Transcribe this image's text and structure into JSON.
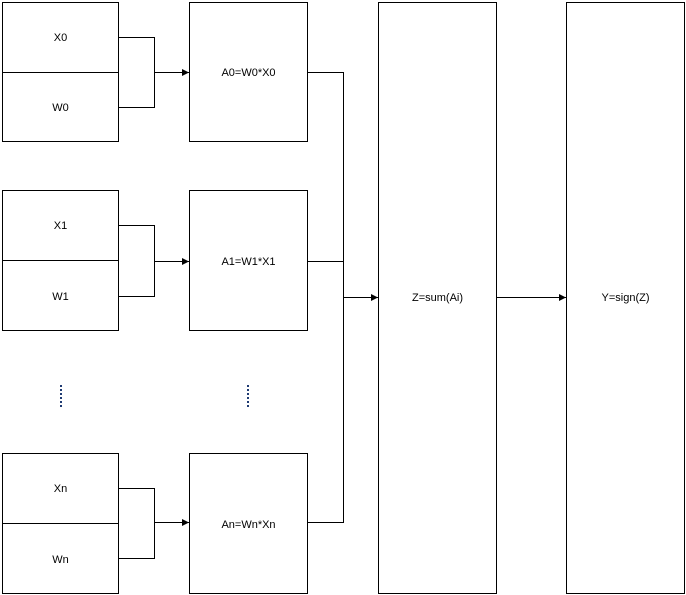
{
  "inputs": [
    {
      "x": "X0",
      "w": "W0"
    },
    {
      "x": "X1",
      "w": "W1"
    },
    {
      "x": "Xn",
      "w": "Wn"
    }
  ],
  "products": [
    "A0=W0*X0",
    "A1=W1*X1",
    "An=Wn*Xn"
  ],
  "sum_label": "Z=sum(Ai)",
  "output_label": "Y=sign(Z)",
  "colors": {
    "ellipsis": "#1f3b73",
    "stroke": "#000000"
  }
}
